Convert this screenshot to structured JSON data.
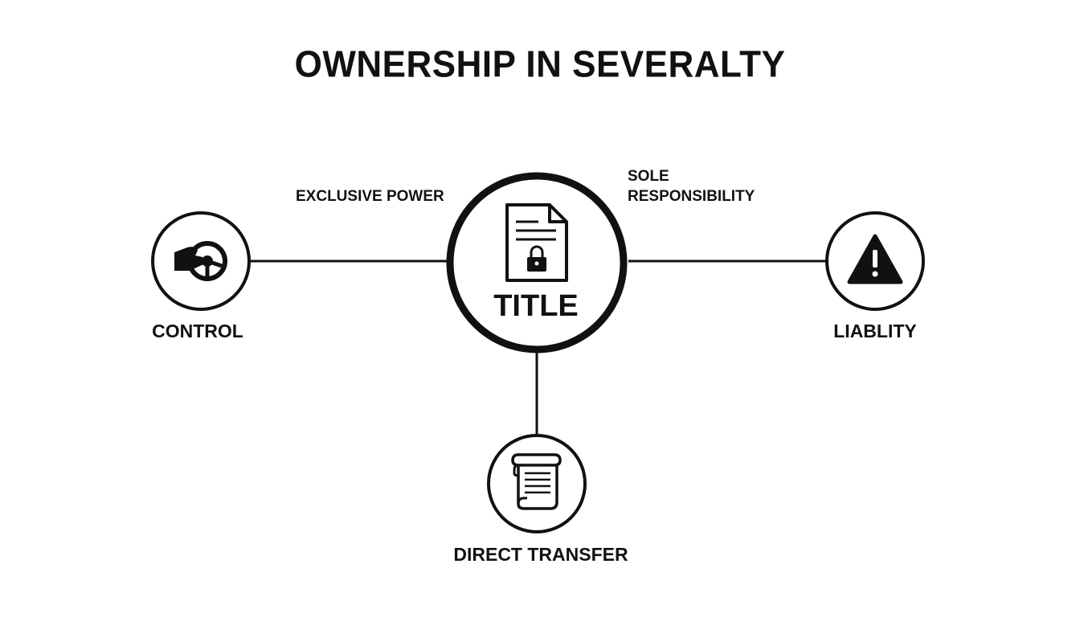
{
  "diagram": {
    "heading": "OWNERSHIP IN SEVERALTY",
    "center": {
      "label": "TITLE",
      "icon": "locked-document-icon"
    },
    "nodes": {
      "control": {
        "label": "CONTROL",
        "icon": "hand-steering-wheel-icon"
      },
      "liability": {
        "label": "LIABLITY",
        "icon": "warning-triangle-icon"
      },
      "transfer": {
        "label": "DIRECT TRANSFER",
        "icon": "scroll-deed-icon"
      }
    },
    "edges": {
      "left": "EXCLUSIVE POWER",
      "right_line1": "SOLE",
      "right_line2": "RESPONSIBILITY"
    },
    "colors": {
      "stroke": "#111111",
      "background": "#ffffff"
    }
  }
}
